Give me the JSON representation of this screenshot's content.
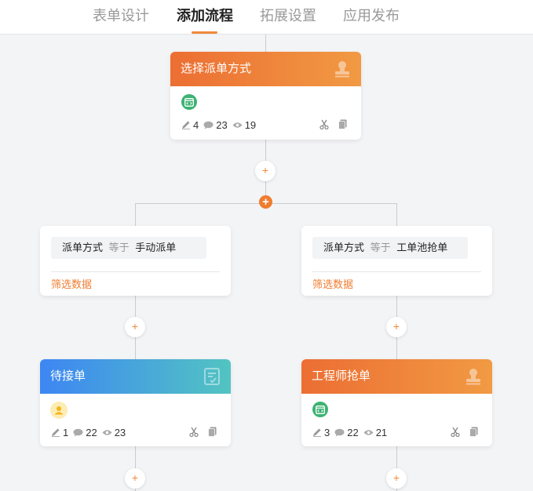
{
  "tabs": [
    {
      "label": "表单设计"
    },
    {
      "label": "添加流程"
    },
    {
      "label": "拓展设置"
    },
    {
      "label": "应用发布"
    }
  ],
  "active_tab": "添加流程",
  "colors": {
    "accent": "#f08a3b",
    "orange_start": "#ec6e33",
    "blue_start": "#3d86f3"
  },
  "add_label": "+",
  "nodes": {
    "select_dispatch": {
      "title": "选择派单方式",
      "icon": "stamp-icon",
      "badge": "code-badge-icon",
      "edits": "4",
      "comments": "23",
      "views": "19"
    },
    "pending": {
      "title": "待接单",
      "icon": "form-check-icon",
      "badge": "user-badge-icon",
      "edits": "1",
      "comments": "22",
      "views": "23"
    },
    "engineer_grab": {
      "title": "工程师抢单",
      "icon": "stamp-icon",
      "badge": "code-badge-icon",
      "edits": "3",
      "comments": "22",
      "views": "21"
    }
  },
  "conditions": [
    {
      "field": "派单方式",
      "op": "等于",
      "value": "手动派单",
      "link": "筛选数据"
    },
    {
      "field": "派单方式",
      "op": "等于",
      "value": "工单池抢单",
      "link": "筛选数据"
    }
  ]
}
